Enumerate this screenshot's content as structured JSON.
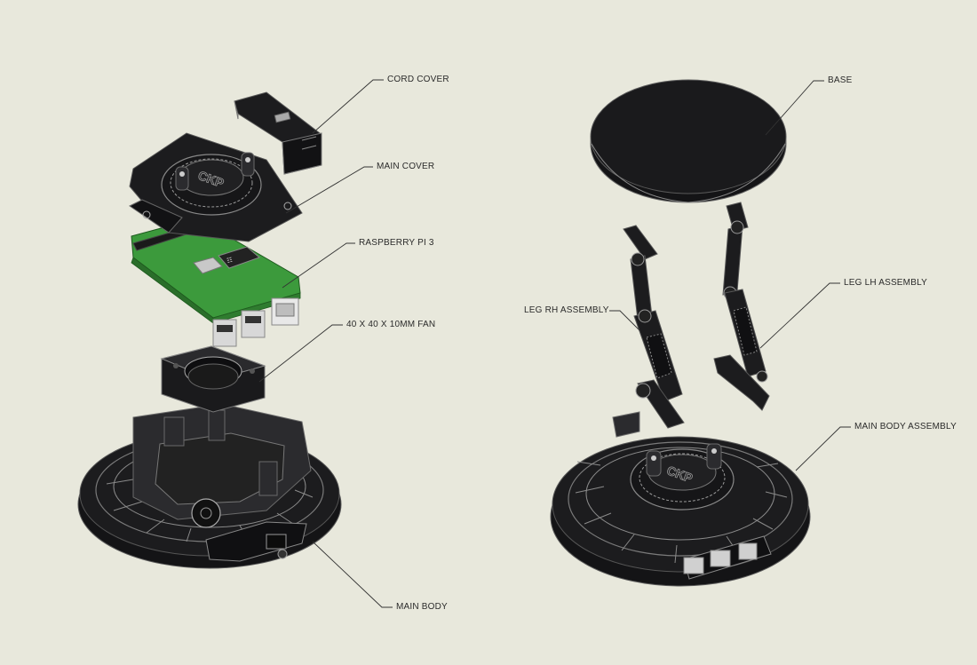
{
  "labels": {
    "cord_cover": "CORD COVER",
    "main_cover": "MAIN COVER",
    "raspberry_pi": "RASPBERRY PI 3",
    "fan": "40 X 40 X 10MM FAN",
    "main_body": "MAIN BODY",
    "base": "BASE",
    "leg_lh": "LEG LH ASSEMBLY",
    "leg_rh": "LEG RH ASSEMBLY",
    "main_body_assembly": "MAIN BODY ASSEMBLY"
  },
  "colors": {
    "background": "#e8e8dc",
    "part_black": "#1c1c1e",
    "pcb_green": "#3c9a3c"
  }
}
